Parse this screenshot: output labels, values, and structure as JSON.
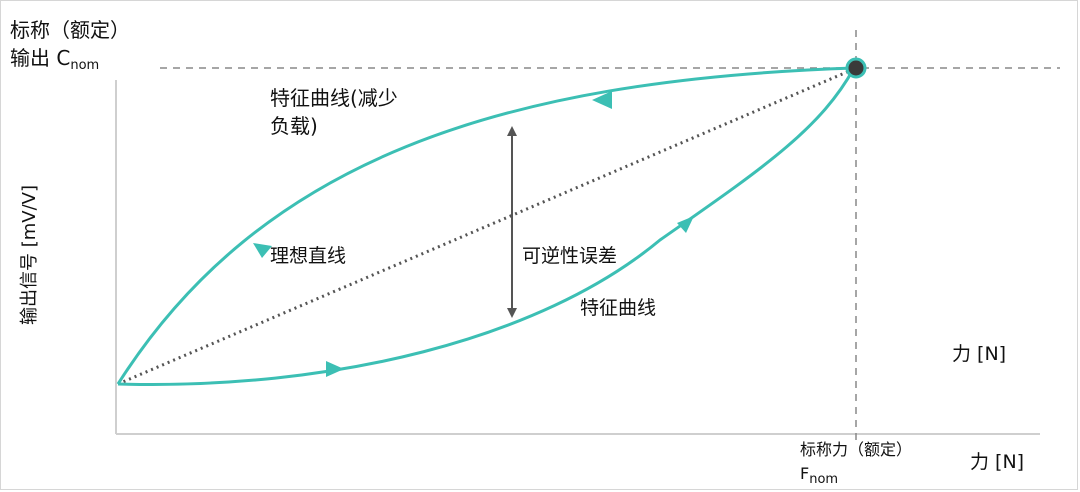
{
  "labels": {
    "nominal_output_line1": "标称（额定）",
    "nominal_output_line2": "输出 C",
    "nominal_output_sub": "nom",
    "y_axis": "输出信号 [mV/V]",
    "curve_unloading": "特征曲线(减少负载)",
    "ideal_line": "理想直线",
    "reversibility_error": "可逆性误差",
    "curve_loading": "特征曲线",
    "force_inner": "力 [N]",
    "nominal_force": "标称力（额定）F",
    "nominal_force_sub": "nom",
    "force_outer": "力 [N]"
  },
  "colors": {
    "curve": "#3cbfb4",
    "axis": "#cfcfcf",
    "dashed": "#888888",
    "ideal": "#555555",
    "marker_fill": "#3a3a3a"
  }
}
